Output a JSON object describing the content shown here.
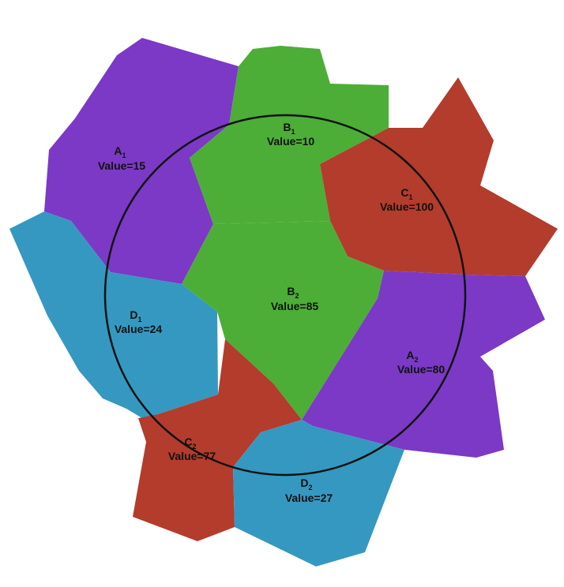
{
  "regions": {
    "a1": {
      "letter": "A",
      "index": "1",
      "value_text": "Value=15",
      "color": "#7b39c6"
    },
    "a2": {
      "letter": "A",
      "index": "2",
      "value_text": "Value=80",
      "color": "#7b39c6"
    },
    "b1": {
      "letter": "B",
      "index": "1",
      "value_text": "Value=10",
      "color": "#4cae36"
    },
    "b2": {
      "letter": "B",
      "index": "2",
      "value_text": "Value=85",
      "color": "#4cae36"
    },
    "c1": {
      "letter": "C",
      "index": "1",
      "value_text": "Value=100",
      "color": "#b33c2c"
    },
    "c2": {
      "letter": "C",
      "index": "2",
      "value_text": "Value=77",
      "color": "#b33c2c"
    },
    "d1": {
      "letter": "D",
      "index": "1",
      "value_text": "Value=24",
      "color": "#3598c0"
    },
    "d2": {
      "letter": "D",
      "index": "2",
      "value_text": "Value=27",
      "color": "#3598c0"
    }
  },
  "circle": {
    "stroke": "#111111"
  }
}
